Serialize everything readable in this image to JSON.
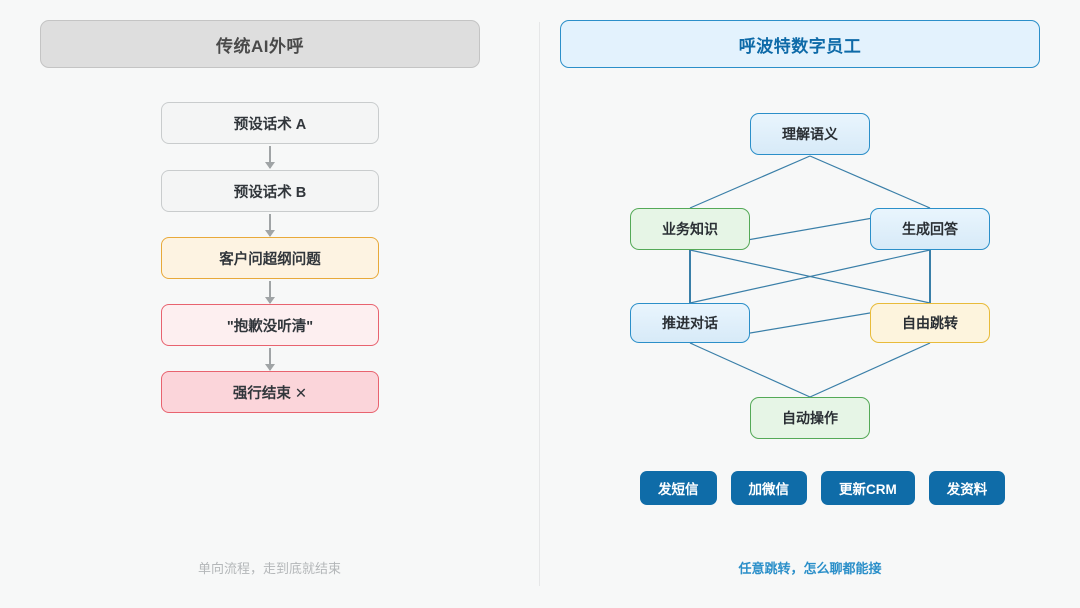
{
  "left": {
    "header": "传统AI外呼",
    "steps": [
      {
        "label": "预设话术 A",
        "style": "fb-gray"
      },
      {
        "label": "预设话术 B",
        "style": "fb-gray"
      },
      {
        "label": "客户问超纲问题",
        "style": "fb-amber"
      },
      {
        "label": "\"抱歉没听清\"",
        "style": "fb-pink-light"
      },
      {
        "label": "强行结束 ✕",
        "style": "fb-pink-deep"
      }
    ],
    "footer": "单向流程，走到底就结束"
  },
  "right": {
    "header": "呼波特数字员工",
    "nodes": [
      {
        "label": "理解语义",
        "style": "nd-blue"
      },
      {
        "label": "业务知识",
        "style": "nd-green"
      },
      {
        "label": "生成回答",
        "style": "nd-blue"
      },
      {
        "label": "推进对话",
        "style": "nd-blue"
      },
      {
        "label": "自由跳转",
        "style": "nd-amber"
      },
      {
        "label": "自动操作",
        "style": "nd-green"
      }
    ],
    "actions": [
      "发短信",
      "加微信",
      "更新CRM",
      "发资料"
    ],
    "footer": "任意跳转，怎么聊都能接"
  },
  "colors": {
    "background": "#f7f8f8",
    "divider": "#e6e7e8",
    "brand_blue": "#2b8fc9",
    "header_blue_text": "#0e6aa8",
    "pill_blue": "#0f6ca8",
    "gray_box": "#f4f5f5",
    "amber_border": "#e8a93a",
    "red_border": "#e8636f",
    "green_border": "#54a957",
    "edge_stroke": "#3a7fa8",
    "arrow_gray": "#a0a4a6",
    "footer_gray": "#b4b7b9"
  }
}
